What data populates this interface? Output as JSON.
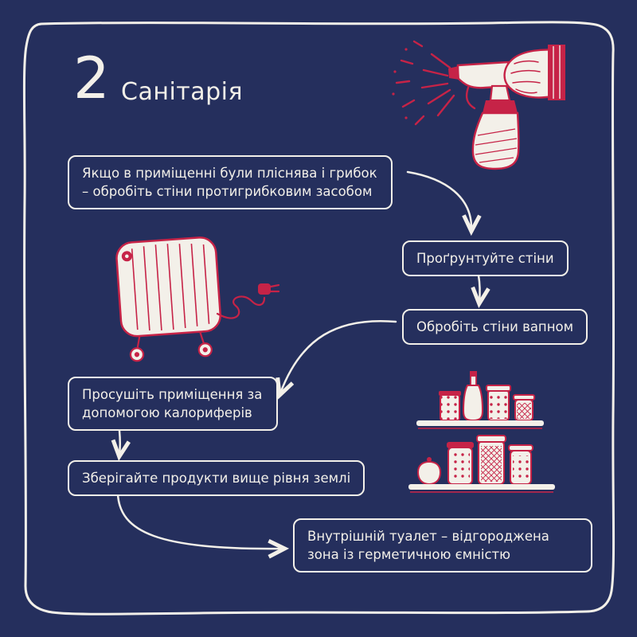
{
  "theme": {
    "background": "#252f5d",
    "ink": "#f3f0e9",
    "accent": "#c62347"
  },
  "header": {
    "step_number": "2",
    "title": "Санітарія"
  },
  "boxes": {
    "mold": "Якщо в приміщенні були пліснява і грибок – обробіть стіни протигрибковим засобом",
    "prime": "Проґрунтуйте стіни",
    "lime": "Обробіть стіни вапном",
    "dry": "Просушіть приміщення за допомогою калориферів",
    "store": "Зберігайте продукти вище рівня землі",
    "toilet": "Внутрішній туалет – відгороджена зона із герметичною ємністю"
  },
  "illustrations": {
    "spray": "spray-bottle-with-hand",
    "heater": "oil-radiator-heater",
    "shelves": "food-jars-on-shelves"
  }
}
